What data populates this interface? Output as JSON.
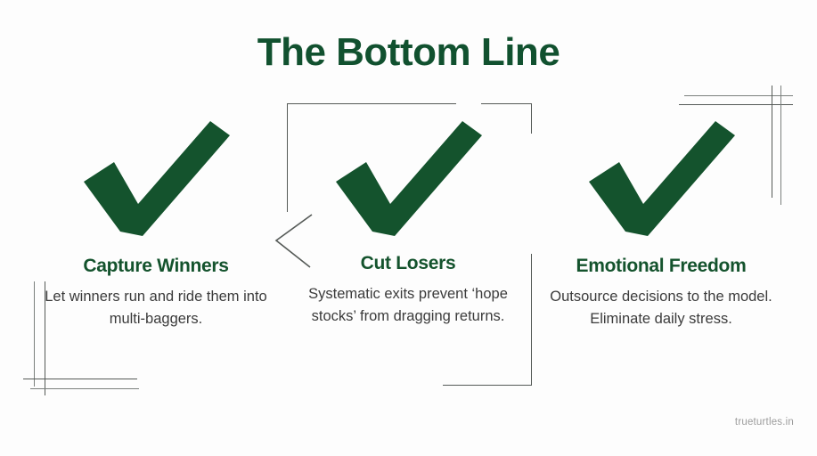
{
  "slide": {
    "title": "The Bottom Line",
    "background_color": "#fdfdfd",
    "accent_green": "#14532d",
    "body_text_color": "#3b3b3b",
    "line_art_color": "#555a57"
  },
  "columns": [
    {
      "icon": "check-mark-icon",
      "heading": "Capture Winners",
      "body": "Let winners run and ride them into multi-baggers."
    },
    {
      "icon": "check-mark-icon",
      "heading": "Cut Losers",
      "body": "Systematic exits prevent ‘hope stocks’ from dragging returns."
    },
    {
      "icon": "check-mark-icon",
      "heading": "Emotional Freedom",
      "body": "Outsource decisions to the model. Eliminate daily stress."
    }
  ],
  "footer": {
    "credit": "trueturtles.in"
  }
}
